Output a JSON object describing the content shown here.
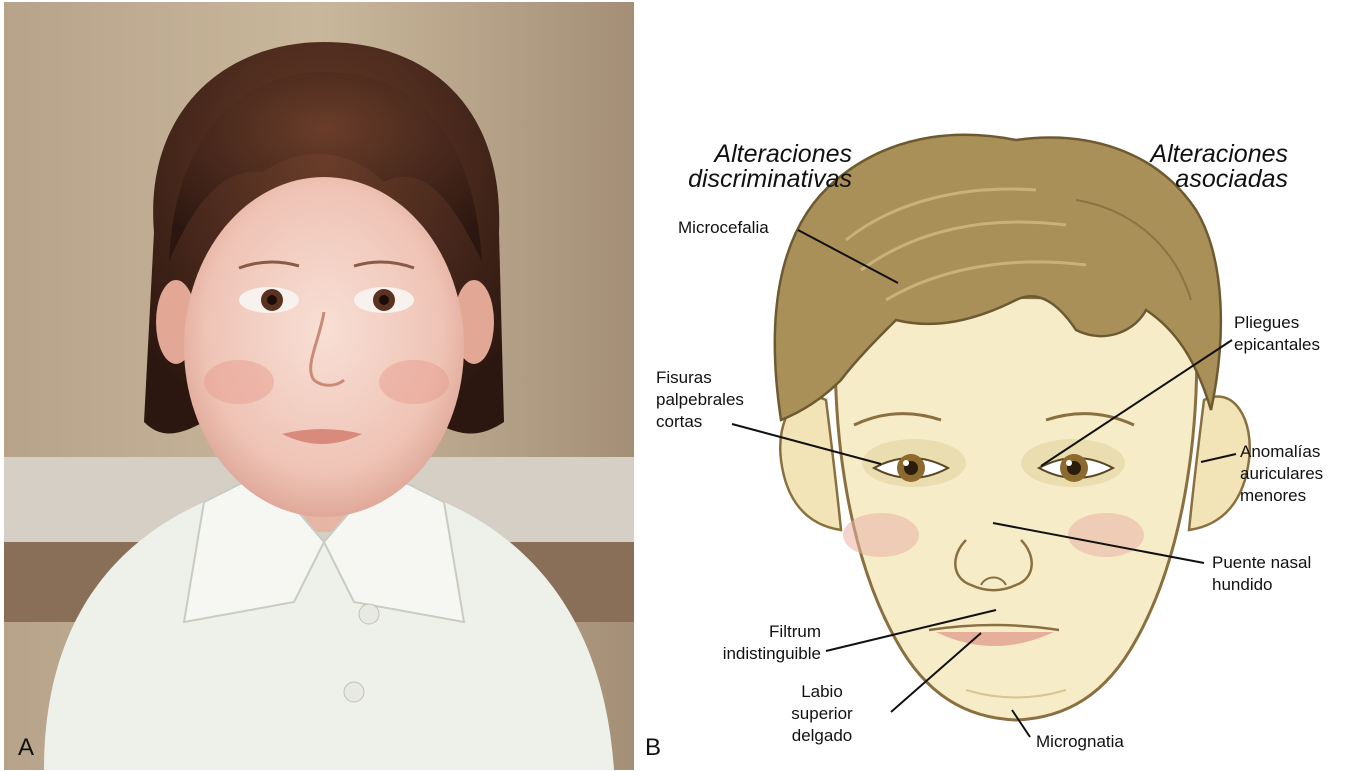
{
  "panel_a": {
    "letter": "A"
  },
  "panel_b": {
    "letter": "B",
    "header_left": {
      "line1": "Alteraciones",
      "line2": "discriminativas"
    },
    "header_right": {
      "line1": "Alteraciones",
      "line2": "asociadas"
    },
    "labels": {
      "microcefalia": "Microcefalia",
      "fisuras_1": "Fisuras",
      "fisuras_2": "palpebrales",
      "fisuras_3": "cortas",
      "filtrum_1": "Filtrum",
      "filtrum_2": "indistinguible",
      "labio_1": "Labio",
      "labio_2": "superior",
      "labio_3": "delgado",
      "micrognatia": "Micrognatia",
      "pliegues_1": "Pliegues",
      "pliegues_2": "epicantales",
      "anomalias_1": "Anomalías",
      "anomalias_2": "auriculares",
      "anomalias_3": "menores",
      "puente_1": "Puente nasal",
      "puente_2": "hundido"
    },
    "colors": {
      "skin": "#f6ecc8",
      "hair": "#a89058",
      "outline": "#8a7040",
      "cheek": "#e9b3a6",
      "lip": "#e2a493"
    }
  }
}
